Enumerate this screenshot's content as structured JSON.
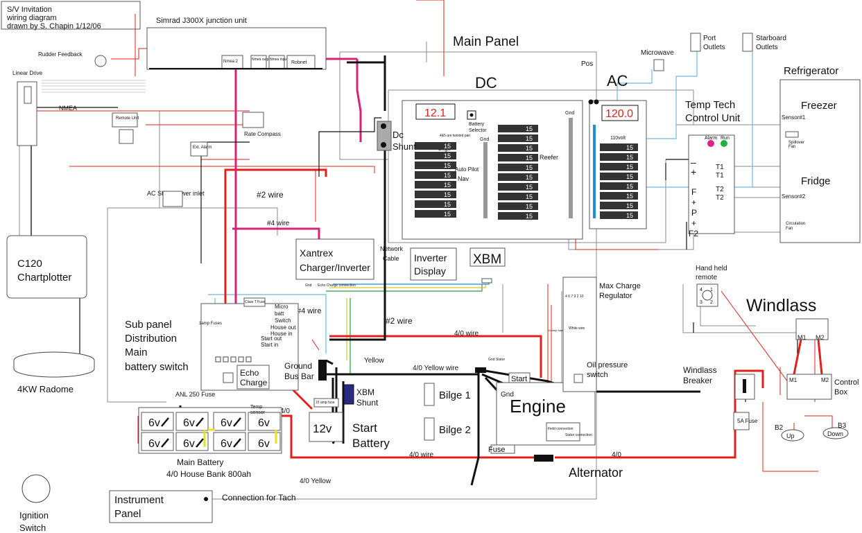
{
  "header": {
    "line1": "S/V Invitation",
    "line2": "wiring diagram",
    "line3": "drawn by S. Chapin 1/12/06"
  },
  "labels": {
    "simrad": "Simrad J300X  junction unit",
    "nmea2": "Nmea 2",
    "nmea_output": "Nmea output",
    "nmea_input": "Nmea input",
    "robnet": "Robnet",
    "rudder_feedback": "Rudder Feedback",
    "linear_drive": "Linear Drive",
    "nmea": "NMEA",
    "remote_unit": "Remote Unit",
    "ext_alarm": "Ext. Alarm",
    "rate_compass": "Rate Compass",
    "main_panel": "Main Panel",
    "dc": "DC",
    "ac": "AC",
    "pos": "Pos",
    "dc_display": "12.1",
    "ac_display": "120.0",
    "battery_selector": "Battery Selector",
    "dc_shunt": "Dc Shunt",
    "bilge": "Bilge",
    "auto_pilot": "Auto Pilot",
    "nav": "Nav",
    "gnd": "Gnd",
    "reefer": "Reefer",
    "110volt": "110volt",
    "twisted_pair": "4&5 are twisted pair",
    "microwave": "Microwave",
    "port_outlets": "Port Outlets",
    "starboard_outlets": "Starboard Outlets",
    "refrigerator": "Refrigerator",
    "freezer": "Freezer",
    "sensor1": "Sensor#1",
    "spillover_fan": "Spillover Fan",
    "fridge": "Fridge",
    "sensor2": "Sensor#2",
    "circulation_fan": "Circulation Fan",
    "temp_tech": "Temp Tech",
    "control_unit": "Control Unit",
    "alarm": "Alarm",
    "run": "Run",
    "t1": "T1",
    "t2": "T2",
    "f": "F",
    "p": "P",
    "f2": "F2",
    "minus": "–",
    "plus": "+",
    "ac_shorepower": "AC Shorepower inlet",
    "c120_l1": "C120",
    "c120_l2": "Chartplotter",
    "radome": "4KW Radome",
    "xantrex_l1": "Xantrex",
    "xantrex_l2": "Charger/Inverter",
    "network_cable_l1": "Network",
    "network_cable_l2": "Cable",
    "inverter_display_l1": "Inverter",
    "inverter_display_l2": "Display",
    "xbm": "XBM",
    "wire2a": "#2 wire",
    "wire4a": "#4 wire",
    "wire4b": "#4 wire",
    "wire2b": "#2 wire",
    "gnd_small": "Gnd",
    "echo_conn": "Echo Charge connection",
    "sub_panel_l1": "Sub panel",
    "sub_panel_l2": "Distribution",
    "sub_panel_l3": "Main",
    "sub_panel_l4": "battery switch",
    "amp_fuses": "1amp Fuses",
    "class_t_fuse": "Class T Fuse",
    "micro_batt_switch": "Micro batt Switch",
    "house_out": "House out",
    "house_in": "House in",
    "start_out": "Start out",
    "start_in": "Start in",
    "echo_charge_l1": "Echo",
    "echo_charge_l2": "Charge",
    "ground_bus_l1": "Ground",
    "ground_bus_l2": "Bus Bar",
    "yellow": "Yellow",
    "anl_fuse": "ANL 250 Fuse",
    "temp_sensor": "Temp sensor",
    "four_zero_a": "4/0",
    "amp_fuse_15": "15 amp fuse",
    "xbm_shunt_l1": "XBM",
    "xbm_shunt_l2": "Shunt",
    "battery_12v": "12v",
    "start_battery_l1": "Start",
    "start_battery_l2": "Battery",
    "cell_6v": "6v",
    "main_battery_l1": "Main Battery",
    "main_battery_l2": "4/0 House Bank 800ah",
    "yellow_4_0": "4/0 Yellow",
    "wire_4_0": "4/0 wire",
    "wire_4_0_yellow": "4/0 Yellow wire",
    "wire_4_0_bottom": "4/0 wire",
    "four_zero_b": "4/0",
    "bilge1": "Bilge 1",
    "bilge2": "Bilge 2",
    "start": "Start",
    "engine": "Engine",
    "gnd_engine": "Gnd",
    "fuse": "Fuse",
    "alternator": "Alternator",
    "max_charge_l1": "Max Charge",
    "max_charge_l2": "Regulator",
    "oil_pressure_l1": "Oil pressure",
    "oil_pressure_l2": "switch",
    "white_wire": "White wire",
    "field_connection": "Field connection",
    "stator_connection": "Stator connection",
    "gnd_stator": "Gnd Stator",
    "ten_amp_fuse": "10 amp fuse",
    "regulator_pins": "4  6  7  9  2  10",
    "hand_held_l1": "Hand held",
    "hand_held_l2": "remote",
    "windlass": "Windlass",
    "m1": "M1",
    "m2": "M2",
    "windlass_breaker_l1": "Windlass",
    "windlass_breaker_l2": "Breaker",
    "control_box_l1": "Control",
    "control_box_l2": "Box",
    "five_a_fuse": "5A Fuse",
    "b2": "B2",
    "b3": "B3",
    "up": "Up",
    "down": "Down",
    "instrument_panel_l1": "Instrument",
    "instrument_panel_l2": "Panel",
    "connection_tach": "Connection for Tach",
    "ignition_l1": "Ignition",
    "ignition_l2": "Switch",
    "breaker_rating": "15",
    "pin_4": "4",
    "pin_1": "1",
    "pin_3": "3",
    "pin_2": "2"
  },
  "colors": {
    "red": "#e0201a",
    "black": "#111111",
    "magenta": "#d6237a",
    "blue": "#1e8fd6",
    "yellow": "#f0e020",
    "green": "#1aa040",
    "gray": "#888888",
    "alarm_led": "#e0208a",
    "run_led": "#20b040"
  }
}
